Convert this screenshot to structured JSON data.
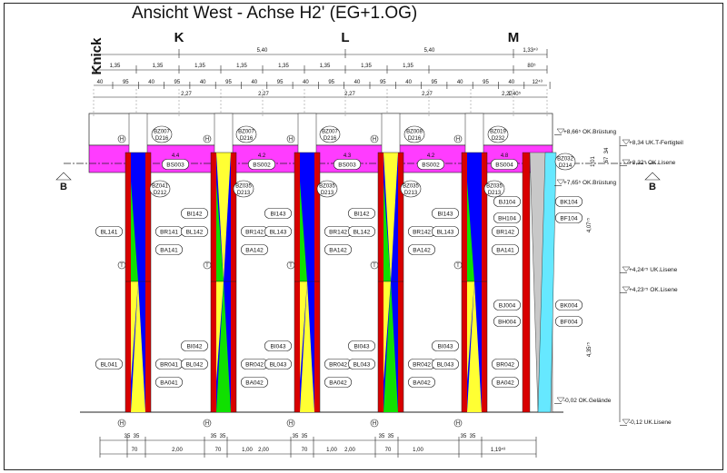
{
  "title": "Ansicht West - Achse H2' (EG+1.OG)",
  "axes": [
    "Knick",
    "K",
    "L",
    "M"
  ],
  "top_dims": {
    "span": [
      "5,40",
      "5,40",
      "1,33⁴³"
    ],
    "row1": [
      "1,35",
      "1,35",
      "1,35",
      "1,35",
      "1,35",
      "1,35",
      "1,35",
      "1,35",
      "80⁵"
    ],
    "row2": [
      "40",
      "95",
      "40",
      "95",
      "40",
      "95",
      "40",
      "95",
      "40",
      "95",
      "40",
      "95",
      "40",
      "95",
      "40",
      "95",
      "40",
      "12⁴³"
    ],
    "row3": [
      "2,27",
      "2,27",
      "2,27",
      "2,27",
      "2,27"
    ],
    "row3_small": [
      "1,40⁵"
    ]
  },
  "bottom_dims": {
    "row1": [
      "35",
      "35",
      "35",
      "35",
      "35",
      "35",
      "35",
      "35",
      "35",
      "35"
    ],
    "row2": [
      "70",
      "2,00",
      "70",
      "1,00",
      "2,00",
      "70",
      "1,00",
      "2,00",
      "70",
      "1,00",
      "1,19⁴³"
    ]
  },
  "section": {
    "left": "B",
    "right": "B"
  },
  "levels": [
    {
      "label": "+8,66⁵ OK.Brüstung"
    },
    {
      "label": "+8,34 UK.T-Fertigteil"
    },
    {
      "label": "+8,32⁵ OK.Lisene"
    },
    {
      "label": "+7,65⁵ OK.Brüstung"
    },
    {
      "label": "+4,24⁷⁵ UK.Lisene"
    },
    {
      "label": "+4,23⁷⁵ OK.Lisene"
    },
    {
      "label": "-0,02 OK.Gelände"
    },
    {
      "label": "-0,12 UK.Lisene"
    }
  ],
  "vertical_dims": [
    "34",
    "67",
    "1,01",
    "4,07⁷⁵",
    "4,35⁷⁵"
  ],
  "beam_tags": [
    "BS003",
    "BS002",
    "BS003",
    "BS002",
    "BS004"
  ],
  "beam_numbers": [
    "4.4",
    "4.2",
    "4.3",
    "4.2",
    "4.8"
  ],
  "top_tags": [
    {
      "a": "BZ007",
      "b": "D216"
    },
    {
      "a": "BZ007",
      "b": "D216"
    },
    {
      "a": "BZ007",
      "b": "D216"
    },
    {
      "a": "BZ008",
      "b": "D216"
    },
    {
      "a": "BZ019",
      "b": "D232"
    },
    {
      "a": "BZ032",
      "b": "D214"
    }
  ],
  "mid_tags": [
    {
      "a": "BZ041",
      "b": "D212"
    },
    {
      "a": "BZ035",
      "b": "D213"
    },
    {
      "a": "BZ035",
      "b": "D213"
    },
    {
      "a": "BZ035",
      "b": "D213"
    },
    {
      "a": "BZ035",
      "b": "D213"
    }
  ],
  "columns": [
    {
      "left": [
        "BL141"
      ],
      "right": [
        "BR141",
        "BA141"
      ],
      "bottom_left": [
        "BL041"
      ],
      "bottom_right": [
        "BR041",
        "BA041"
      ]
    },
    {
      "left": [
        "BI142",
        "BL142"
      ],
      "right": [
        "BR142",
        "BA142"
      ],
      "bottom_left": [
        "BI042",
        "BL042"
      ],
      "bottom_right": [
        "BR042",
        "BA042"
      ]
    },
    {
      "left": [
        "BI143",
        "BL143"
      ],
      "right": [
        "BR142",
        "BA142"
      ],
      "bottom_left": [
        "BI043",
        "BL043"
      ],
      "bottom_right": [
        "BR042",
        "BA042"
      ]
    },
    {
      "left": [
        "BI142",
        "BL142"
      ],
      "right": [
        "BR142",
        "BA142"
      ],
      "bottom_left": [
        "BI043",
        "BL043"
      ],
      "bottom_right": [
        "BR042",
        "BA042"
      ]
    },
    {
      "left": [
        "BI143",
        "BL143"
      ],
      "right": [
        "BR142",
        "BA141"
      ],
      "bottom_left": [
        "BI043",
        "BL043"
      ],
      "bottom_right": [
        "BR042",
        "BA042"
      ]
    }
  ],
  "end_tags": {
    "upper_left": [
      "BJ104",
      "BH104"
    ],
    "upper_right": [
      "BK104",
      "BF104"
    ],
    "lower_left": [
      "BJ004",
      "BH004"
    ],
    "lower_right": [
      "BK004",
      "BF004"
    ]
  },
  "markers": [
    "H",
    "T",
    "T",
    "H"
  ],
  "colors": {
    "magenta": "#ff3cff",
    "red": "#d80000",
    "blue": "#0000ff",
    "green": "#10e000",
    "yellow": "#ffff33",
    "cyan": "#66e8ff",
    "gray": "#c8c8c8"
  }
}
